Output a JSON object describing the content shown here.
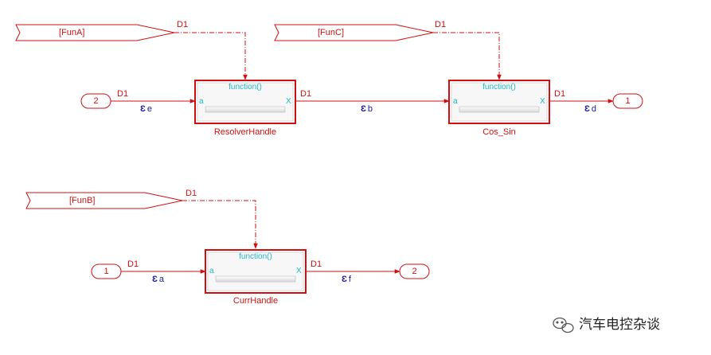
{
  "goto_tags": [
    {
      "id": "fa",
      "tag": "[FunA]",
      "out_label": "D1"
    },
    {
      "id": "fc",
      "tag": "[FunC]",
      "out_label": "D1"
    },
    {
      "id": "fb",
      "tag": "[FunB]",
      "out_label": "D1"
    }
  ],
  "blocks": [
    {
      "id": "resolver",
      "name": "ResolverHandle",
      "trigger": "function()",
      "in_port": "a",
      "out_port": "X"
    },
    {
      "id": "cossin",
      "name": "Cos_Sin",
      "trigger": "function()",
      "in_port": "a",
      "out_port": "X"
    },
    {
      "id": "curr",
      "name": "CurrHandle",
      "trigger": "function()",
      "in_port": "a",
      "out_port": "X"
    }
  ],
  "inports": [
    {
      "id": "in2",
      "number": "2"
    },
    {
      "id": "in1",
      "number": "1"
    }
  ],
  "outports": [
    {
      "id": "out1",
      "number": "1"
    },
    {
      "id": "out2",
      "number": "2"
    }
  ],
  "signals": {
    "s_e": {
      "dtype": "D1",
      "name": "e"
    },
    "s_b": {
      "dtype": "D1",
      "name": "b"
    },
    "s_d": {
      "dtype": "D1",
      "name": "d"
    },
    "s_a": {
      "dtype": "D1",
      "name": "a"
    },
    "s_f": {
      "dtype": "D1",
      "name": "f"
    }
  },
  "bus_glyph": "Ɛ",
  "watermark": {
    "text": "汽车电控杂谈",
    "icon": "wechat-icon"
  },
  "colors": {
    "block": "#d01010",
    "signal": "#1a1a9a",
    "function_port": "#20b8c8"
  }
}
